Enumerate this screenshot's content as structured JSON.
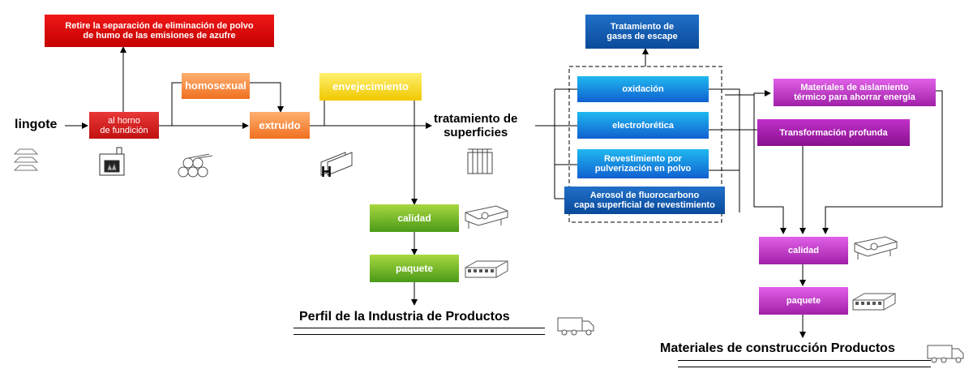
{
  "nodes": {
    "emissions": [
      "Retire la separación de eliminación de polvo",
      "de humo de las emisiones de azufre"
    ],
    "ingot": "lingote",
    "furnace": [
      "al horno",
      "de fundición"
    ],
    "homogenize": "homosexual",
    "extrude": "extruido",
    "aging": "envejecimiento",
    "surface": [
      "tratamiento de",
      "superficies"
    ],
    "quality_left": "calidad",
    "package_left": "paquete",
    "profile_industry": "Perfil de la Industria de Productos",
    "exhaust": [
      "Tratamiento de",
      "gases de escape"
    ],
    "oxidation": "oxidación",
    "electrophoretic": "electroforética",
    "powder": [
      "Revestimiento por",
      "pulverización en polvo"
    ],
    "fluorocarbon": [
      "Aerosol de fluorocarbono",
      "capa superficial de revestimiento"
    ],
    "insulation": [
      "Materiales de aislamiento",
      "térmico para ahorrar energía"
    ],
    "deep": "Transformación profunda",
    "quality_right": "calidad",
    "package_right": "paquete",
    "construction": "Materiales de construcción Productos"
  },
  "colors": {
    "red": "#d80000",
    "orange": "#f58a3a",
    "yellow": "#f5d20a",
    "blue": "#1a8ee0",
    "navy": "#0d55aa",
    "green": "#6ab52a",
    "magenta": "#b020b8"
  },
  "icons": [
    "ingot-stack-icon",
    "furnace-icon",
    "log-pile-icon",
    "h-beam-icon",
    "surface-tank-icon",
    "inspection-table-icon",
    "profile-bundle-icon",
    "delivery-truck-icon"
  ]
}
